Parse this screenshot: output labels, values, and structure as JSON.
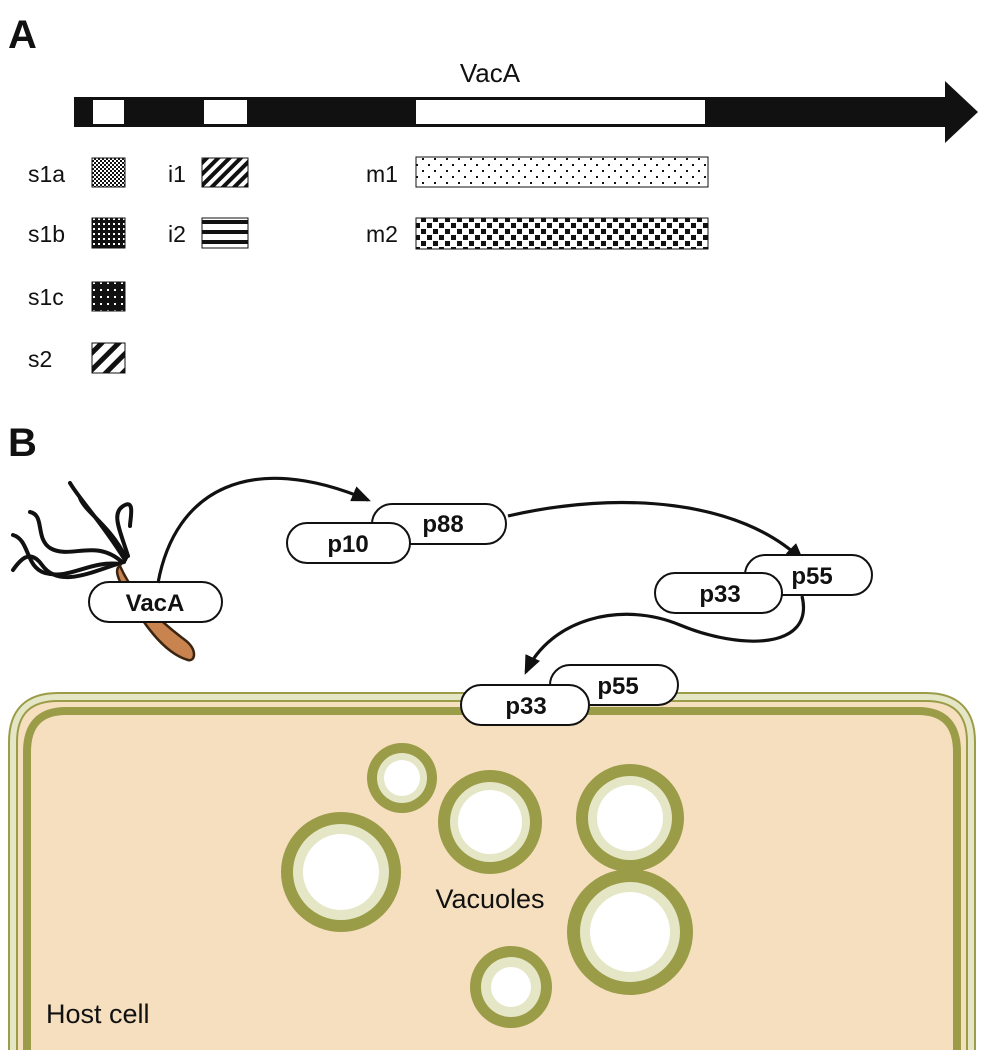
{
  "panel_a": {
    "letter": "A",
    "gene_label": "VacA",
    "variants": {
      "s1a": "s1a",
      "s1b": "s1b",
      "s1c": "s1c",
      "s2": "s2",
      "i1": "i1",
      "i2": "i2",
      "m1": "m1",
      "m2": "m2"
    }
  },
  "panel_b": {
    "letter": "B",
    "bacterium_label": "VacA",
    "fragments": {
      "p10": "p10",
      "p88": "p88",
      "p33_free": "p33",
      "p55_free": "p55",
      "p33_bound": "p33",
      "p55_bound": "p55"
    },
    "vacuoles_label": "Vacuoles",
    "host_cell_label": "Host cell"
  },
  "colors": {
    "black": "#111111",
    "bacterium": "#c8834e",
    "bacterium_outline": "#3a2412",
    "cell_fill": "#f6dfbf",
    "membrane": "#9a9c48",
    "membrane_inner": "#e4e6c6"
  }
}
